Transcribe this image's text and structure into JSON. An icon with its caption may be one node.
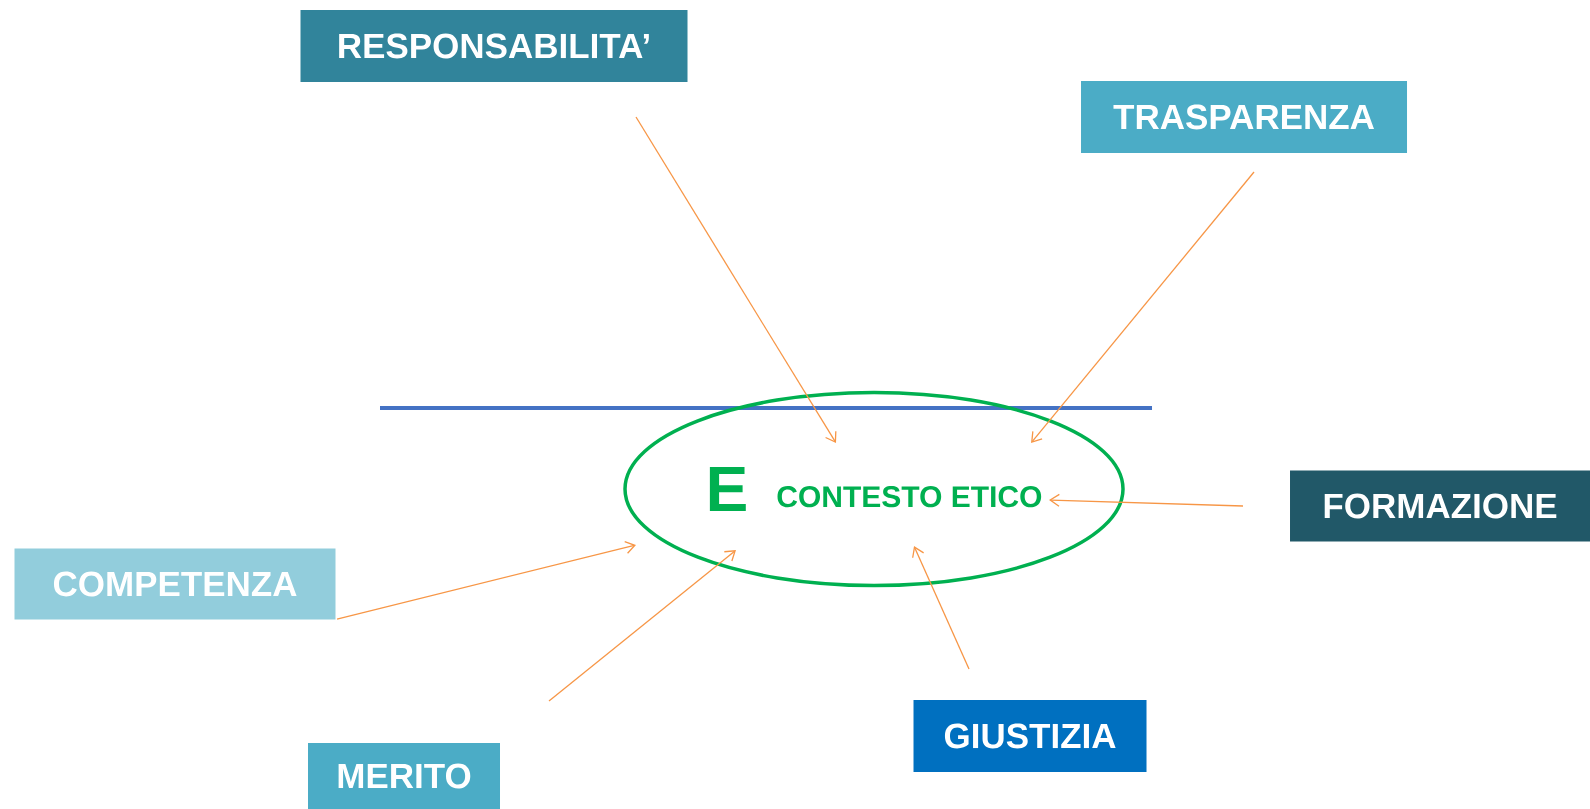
{
  "diagram": {
    "nodes": [
      {
        "text": [
          "E",
          "CONTESTO ETICO"
        ]
      },
      {
        "text": [
          "RESPONSABILITA’"
        ]
      },
      {
        "text": [
          "TRASPARENZA"
        ]
      },
      {
        "text": [
          "FORMAZIONE"
        ]
      },
      {
        "text": [
          "COMPETENZA"
        ]
      },
      {
        "text": [
          "MERITO"
        ]
      },
      {
        "text": [
          "GIUSTIZIA"
        ]
      }
    ],
    "edges": [
      {
        "from": 1,
        "to": 0,
        "arrow": "to"
      },
      {
        "from": 2,
        "to": 0,
        "arrow": "to"
      },
      {
        "from": 3,
        "to": 0,
        "arrow": "to"
      },
      {
        "from": 4,
        "to": 0,
        "arrow": "to"
      },
      {
        "from": 5,
        "to": 0,
        "arrow": "to"
      },
      {
        "from": 6,
        "to": 0,
        "arrow": "to"
      }
    ]
  }
}
